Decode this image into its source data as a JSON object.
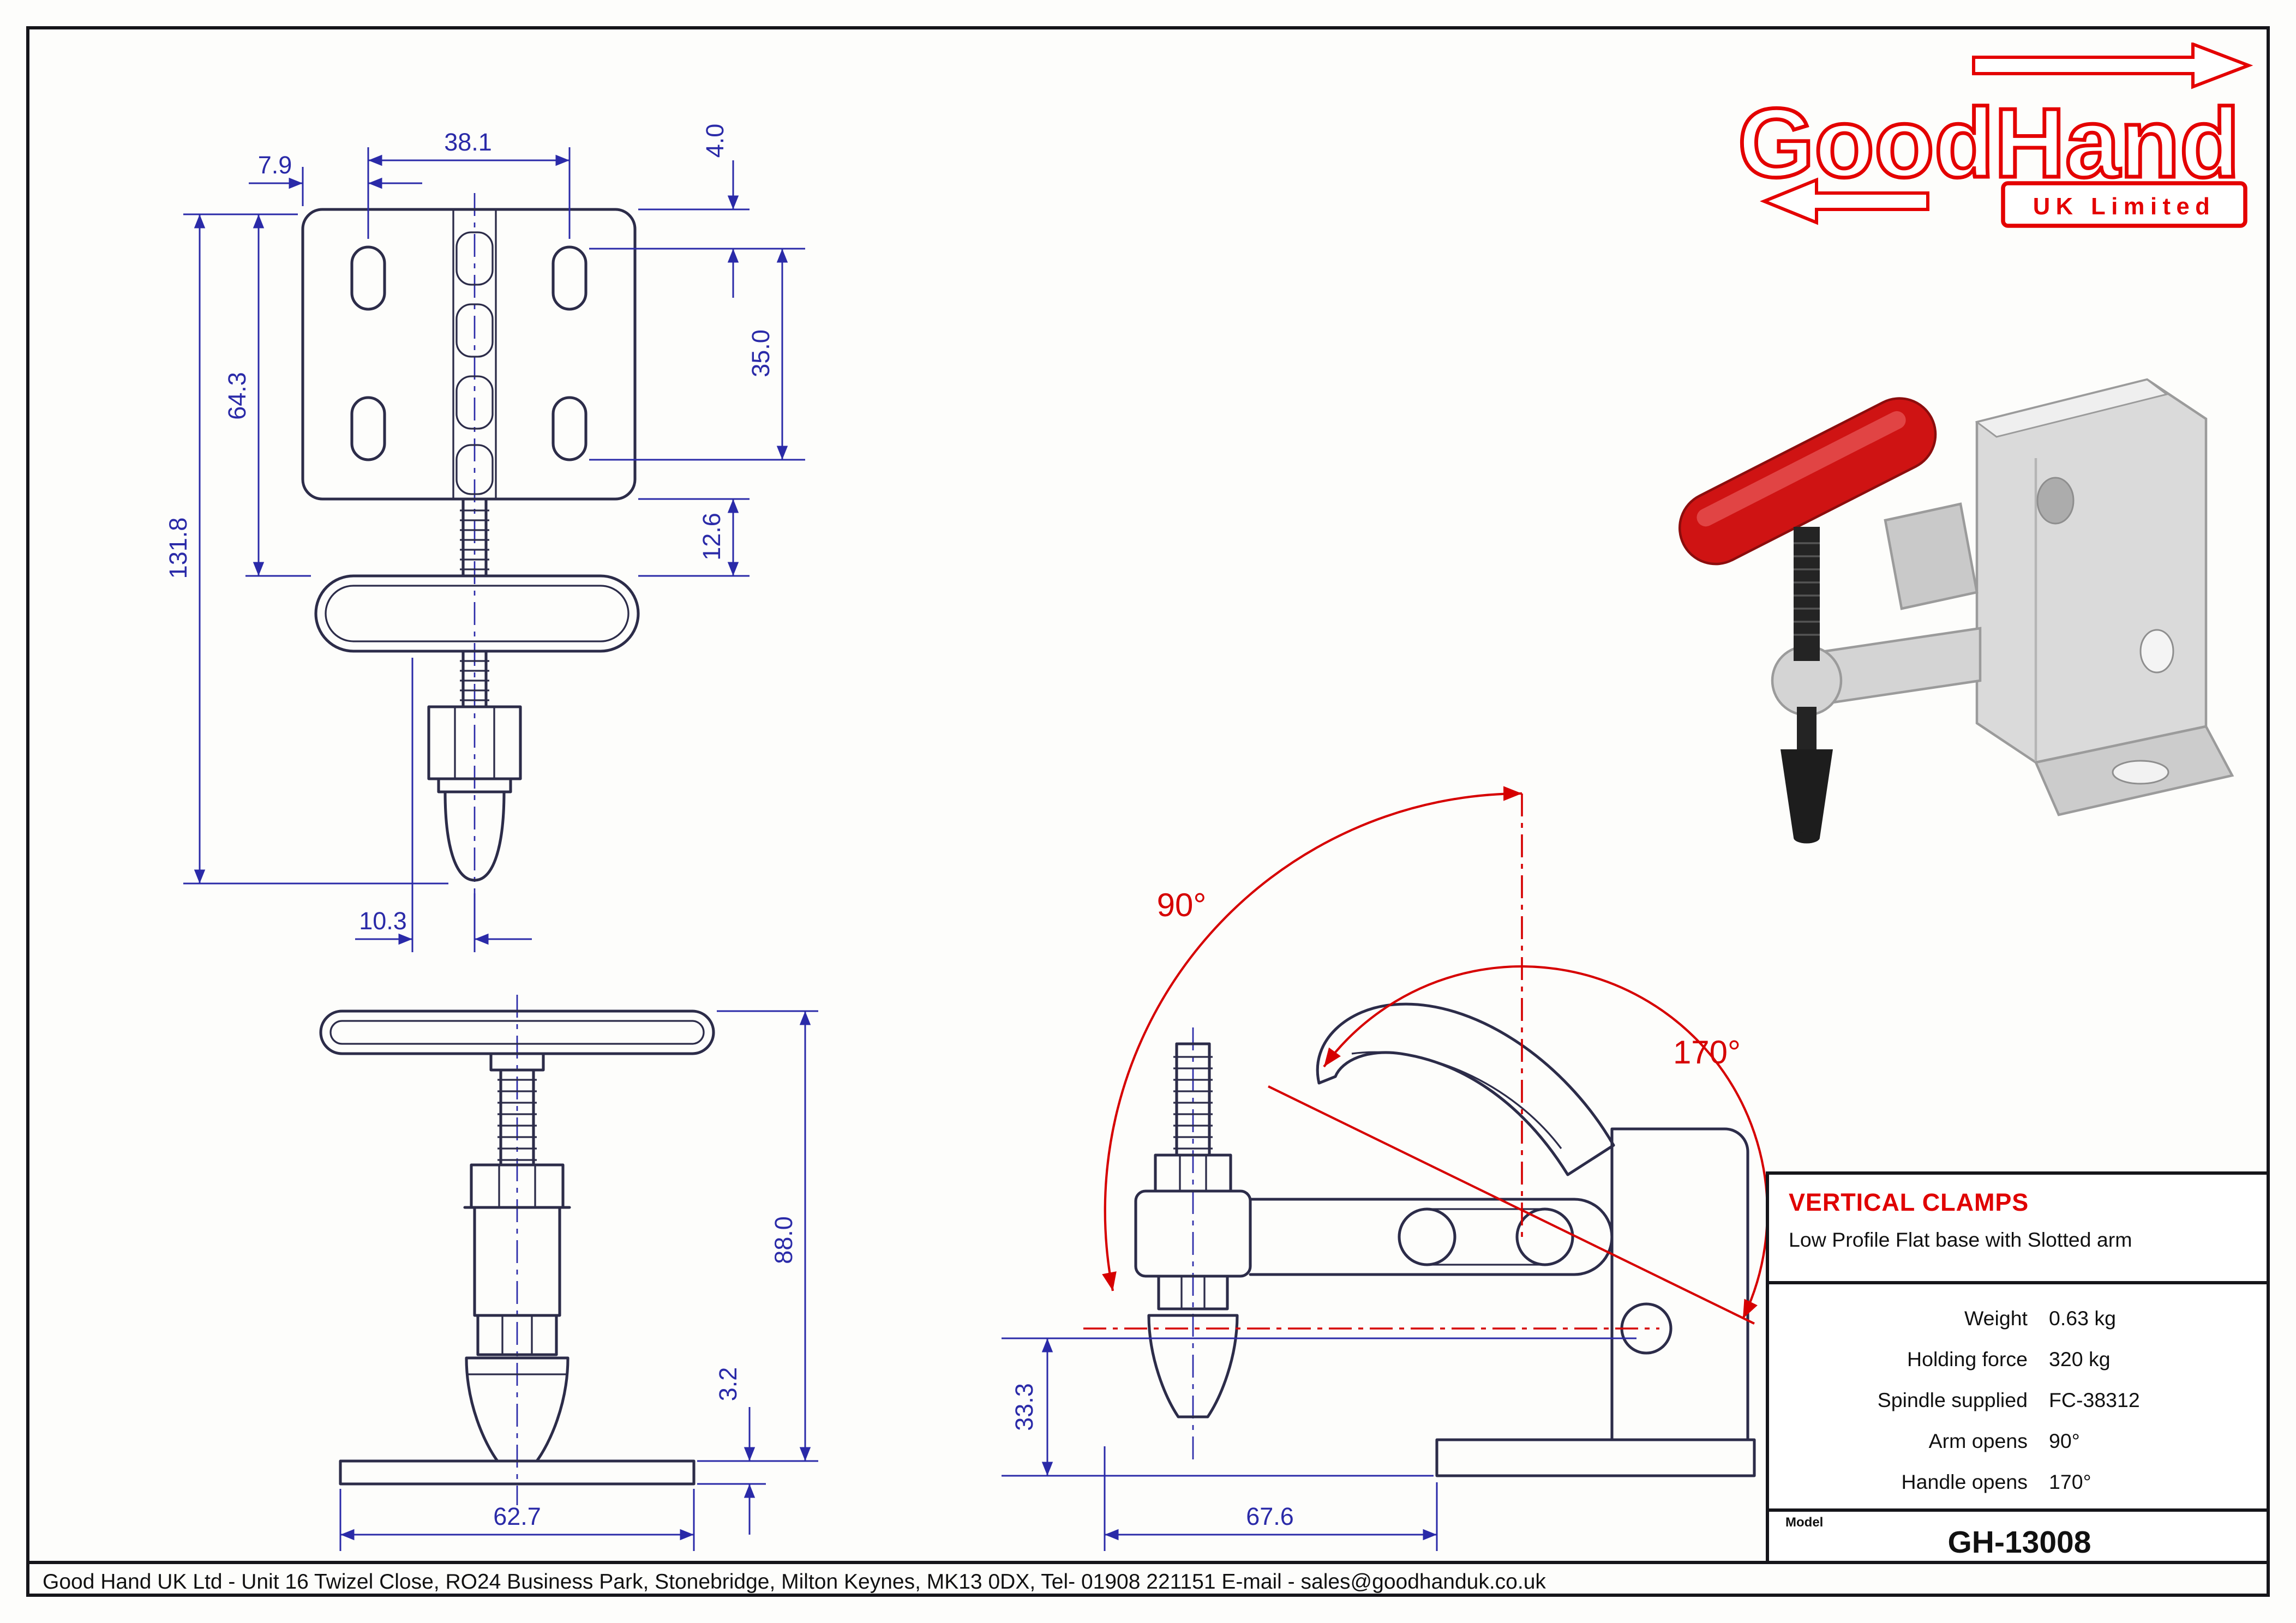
{
  "logo": {
    "brand": "GoodHand",
    "subtitle": "UK Limited"
  },
  "drawing": {
    "front_view": {
      "dim_slot_spacing": "38.1",
      "dim_slot_offset": "7.9",
      "dim_edge_gap": "4.0",
      "dim_plate_height": "64.3",
      "dim_hole_rows": "35.0",
      "dim_overall_height": "131.8",
      "dim_bar_gap": "12.6",
      "dim_center_offset": "10.3"
    },
    "spindle_view": {
      "dim_height": "88.0",
      "dim_pad_thickness": "3.2",
      "dim_handle_width": "62.7"
    },
    "side_view": {
      "dim_base_height": "33.3",
      "dim_base_depth": "67.6",
      "angle_arm_opens": "90°",
      "angle_handle_opens": "170°"
    }
  },
  "info_box": {
    "category": "VERTICAL CLAMPS",
    "description": "Low Profile Flat base with Slotted arm",
    "specs": [
      {
        "label": "Weight",
        "value": "0.63 kg"
      },
      {
        "label": "Holding force",
        "value": "320 kg"
      },
      {
        "label": "Spindle supplied",
        "value": "FC-38312"
      },
      {
        "label": "Arm opens",
        "value": "90°"
      },
      {
        "label": "Handle opens",
        "value": "170°"
      }
    ],
    "model_label": "Model",
    "model_number": "GH-13008"
  },
  "footer": {
    "text": "Good Hand UK Ltd  - Unit 16 Twizel Close, RO24 Business Park, Stonebridge, Milton Keynes, MK13 0DX,  Tel- 01908 221151  E-mail - sales@goodhanduk.co.uk"
  }
}
